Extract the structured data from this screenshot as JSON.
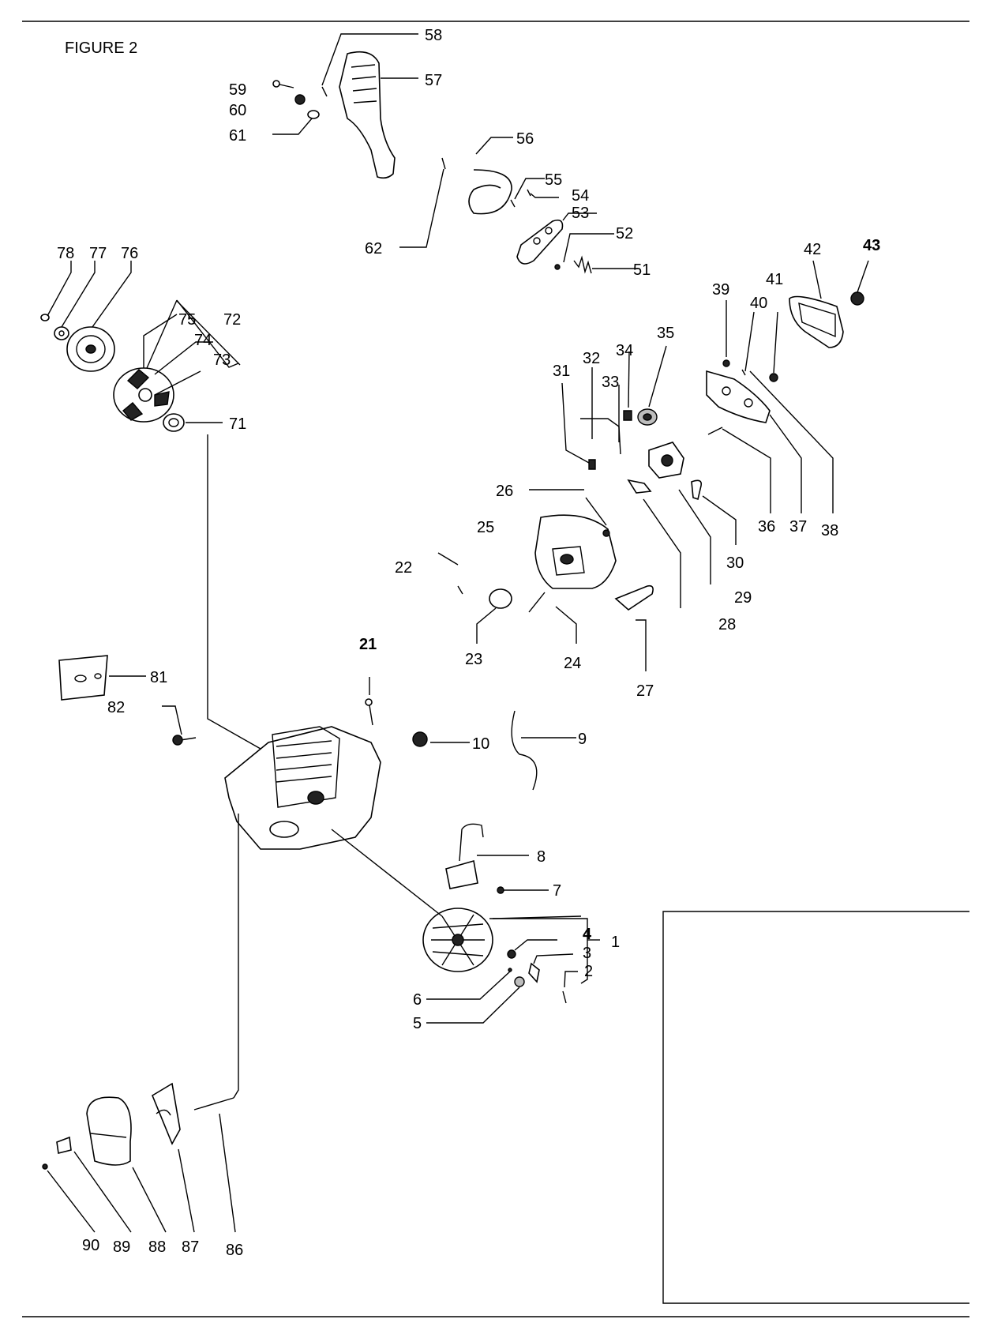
{
  "figure": {
    "title": "FIGURE 2"
  },
  "labels": [
    {
      "id": "58",
      "text": "58"
    },
    {
      "id": "57",
      "text": "57"
    },
    {
      "id": "59",
      "text": "59"
    },
    {
      "id": "60",
      "text": "60"
    },
    {
      "id": "61",
      "text": "61"
    },
    {
      "id": "56",
      "text": "56"
    },
    {
      "id": "55",
      "text": "55"
    },
    {
      "id": "54",
      "text": "54"
    },
    {
      "id": "53",
      "text": "53"
    },
    {
      "id": "52",
      "text": "52"
    },
    {
      "id": "51",
      "text": "51"
    },
    {
      "id": "62",
      "text": "62"
    },
    {
      "id": "78",
      "text": "78"
    },
    {
      "id": "77",
      "text": "77"
    },
    {
      "id": "76",
      "text": "76"
    },
    {
      "id": "75",
      "text": "75"
    },
    {
      "id": "72",
      "text": "72"
    },
    {
      "id": "74",
      "text": "74"
    },
    {
      "id": "73",
      "text": "73"
    },
    {
      "id": "71",
      "text": "71"
    },
    {
      "id": "42",
      "text": "42"
    },
    {
      "id": "43",
      "text": "43"
    },
    {
      "id": "41",
      "text": "41"
    },
    {
      "id": "40",
      "text": "40"
    },
    {
      "id": "39",
      "text": "39"
    },
    {
      "id": "35",
      "text": "35"
    },
    {
      "id": "32",
      "text": "32"
    },
    {
      "id": "34",
      "text": "34"
    },
    {
      "id": "31",
      "text": "31"
    },
    {
      "id": "33",
      "text": "33"
    },
    {
      "id": "36",
      "text": "36"
    },
    {
      "id": "37",
      "text": "37"
    },
    {
      "id": "38",
      "text": "38"
    },
    {
      "id": "26",
      "text": "26"
    },
    {
      "id": "25",
      "text": "25"
    },
    {
      "id": "30",
      "text": "30"
    },
    {
      "id": "22",
      "text": "22"
    },
    {
      "id": "29",
      "text": "29"
    },
    {
      "id": "28",
      "text": "28"
    },
    {
      "id": "23",
      "text": "23"
    },
    {
      "id": "24",
      "text": "24"
    },
    {
      "id": "21",
      "text": "21"
    },
    {
      "id": "81",
      "text": "81"
    },
    {
      "id": "27",
      "text": "27"
    },
    {
      "id": "82",
      "text": "82"
    },
    {
      "id": "10",
      "text": "10"
    },
    {
      "id": "9",
      "text": "9"
    },
    {
      "id": "8",
      "text": "8"
    },
    {
      "id": "7",
      "text": "7"
    },
    {
      "id": "4",
      "text": "4"
    },
    {
      "id": "1",
      "text": "1"
    },
    {
      "id": "3",
      "text": "3"
    },
    {
      "id": "2",
      "text": "2"
    },
    {
      "id": "6",
      "text": "6"
    },
    {
      "id": "5",
      "text": "5"
    },
    {
      "id": "90",
      "text": "90"
    },
    {
      "id": "89",
      "text": "89"
    },
    {
      "id": "88",
      "text": "88"
    },
    {
      "id": "87",
      "text": "87"
    },
    {
      "id": "86",
      "text": "86"
    }
  ]
}
